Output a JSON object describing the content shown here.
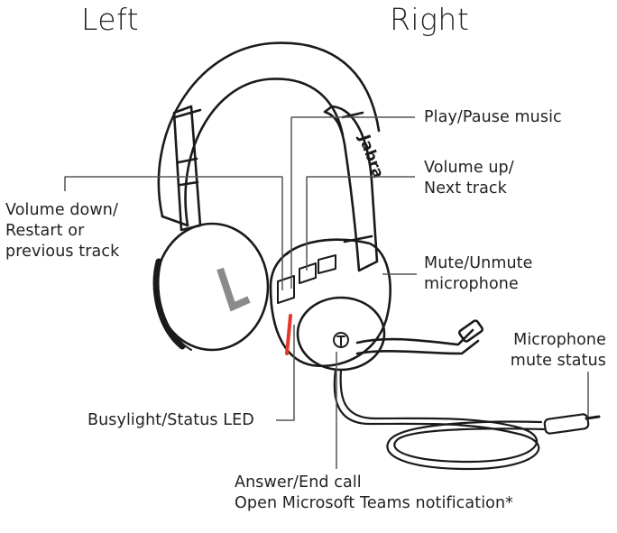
{
  "sides": {
    "left": "Left",
    "right": "Right"
  },
  "brand": {
    "headband_logo": "Jabra"
  },
  "callouts": {
    "play_pause": "Play/Pause music",
    "volume_up": [
      "Volume up/",
      "Next track"
    ],
    "volume_down": [
      "Volume down/",
      "Restart or",
      "previous track"
    ],
    "mute_unmute": [
      "Mute/Unmute",
      "microphone"
    ],
    "mic_mute_status": [
      "Microphone",
      "mute status"
    ],
    "busylight": "Busylight/Status LED",
    "answer_end": [
      "Answer/End call",
      "Open Microsoft Teams notification*"
    ]
  },
  "colors": {
    "line": "#1a1a1a",
    "leader": "#555555",
    "busylight_led": "#e2382c",
    "ear_mark": "#8a8a8a"
  },
  "icons": {
    "left_ear_mark": "letter-l-mark",
    "teams_button": "teams-icon"
  }
}
